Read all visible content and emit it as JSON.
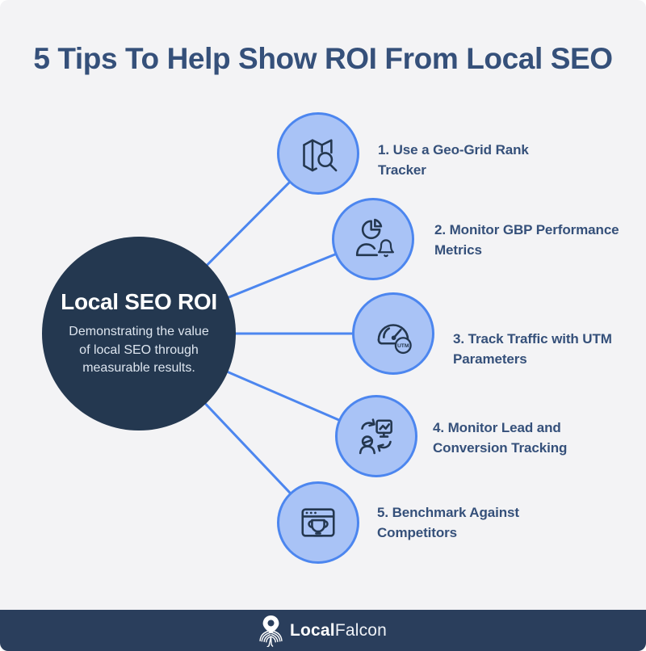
{
  "title": "5 Tips To Help Show ROI From Local SEO",
  "center": {
    "heading": "Local SEO ROI",
    "description": "Demonstrating the value of local SEO through measurable results."
  },
  "tips": [
    {
      "label": "1. Use a Geo-Grid Rank Tracker",
      "icon": "map-search-icon"
    },
    {
      "label": "2. Monitor GBP Performance Metrics",
      "icon": "audience-pie-bell-icon"
    },
    {
      "label": "3. Track Traffic with UTM Parameters",
      "icon": "gauge-utm-icon"
    },
    {
      "label": "4. Monitor Lead and Conversion Tracking",
      "icon": "lead-conversion-cycle-icon"
    },
    {
      "label": "5. Benchmark Against Competitors",
      "icon": "browser-trophy-icon"
    }
  ],
  "icon_badges": {
    "utm": "UTM"
  },
  "footer": {
    "brand_bold": "Local",
    "brand_light": "Falcon"
  },
  "colors": {
    "background": "#f3f3f5",
    "navy_text": "#35507a",
    "center_circle": "#243850",
    "node_fill": "#a9c3f6",
    "accent_blue": "#4c86ef",
    "icon_stroke": "#24374f",
    "footer_bg": "#2a3e5c"
  }
}
